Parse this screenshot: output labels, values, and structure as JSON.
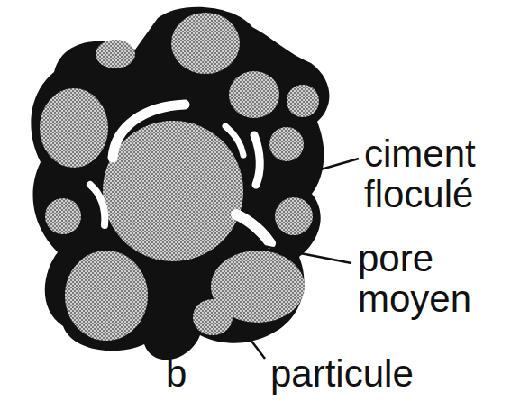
{
  "diagram": {
    "labels": [
      "ciment floculé",
      "pore moyen",
      "particule",
      "b"
    ]
  }
}
